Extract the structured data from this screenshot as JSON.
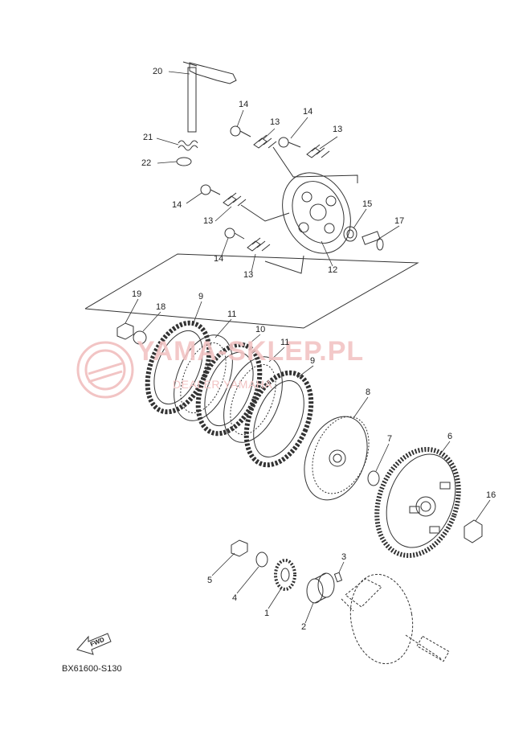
{
  "diagram": {
    "code": "BX61600-S130",
    "fwd_label": "FWD",
    "watermark": {
      "main": "YAMA-SKLEP.PL",
      "sub": "DEALER YAMAHA"
    },
    "callouts": [
      "20",
      "14",
      "13",
      "14",
      "13",
      "21",
      "22",
      "14",
      "13",
      "15",
      "17",
      "14",
      "13",
      "12",
      "19",
      "18",
      "9",
      "11",
      "10",
      "11",
      "9",
      "8",
      "7",
      "6",
      "16",
      "3",
      "5",
      "4",
      "1",
      "2"
    ],
    "colors": {
      "line": "#333333",
      "watermark": "#f2c4c4"
    }
  }
}
